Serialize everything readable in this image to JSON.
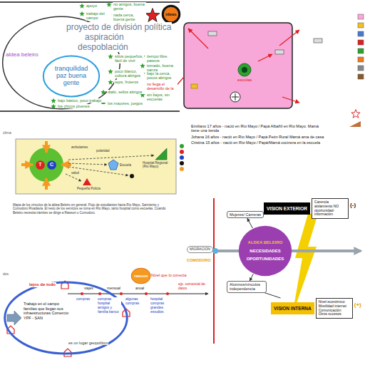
{
  "diagram": {
    "nodes": [
      {
        "text": [
          "ideas"
        ]
      },
      {
        "text": [
          "aldea beleiro"
        ]
      },
      {
        "text": [
          "tranquilidad paz buena gente"
        ],
        "in": 1
      },
      {
        "text": [
          "escolas"
        ]
      },
      {
        "text": [
          "T"
        ]
      },
      {
        "text": [
          "C"
        ]
      },
      {
        "text": [
          "rawson"
        ]
      },
      {
        "text": [
          "Trabajo en el campo familias que llegan sus infraestructuras Comercio YPF - SAN"
        ]
      },
      {
        "text": [
          "VISION EXTERIOR",
          "Carencia aislamiento NO oportunidad- información"
        ]
      },
      {
        "text": [
          "Mujeres/ Carreras"
        ]
      },
      {
        "text": [
          "MIGRACION"
        ]
      },
      {
        "text": [
          "ALDEA BELEIRO",
          "NECESIDADES",
          "OPORTUNIDADES"
        ]
      },
      {
        "text": [
          "Alumnos/vínculos independencia"
        ]
      },
      {
        "text": [
          "VISION INTERNA",
          "Nivel económico Movilidad internet Comunicación Otros sucesos"
        ]
      }
    ],
    "edges": [
      {
        "from": 11,
        "to": 9,
        "arrow": "to"
      },
      {
        "from": 11,
        "to": 12,
        "arrow": "to"
      },
      {
        "from": 9,
        "to": 8,
        "arrow": "none"
      },
      {
        "from": 12,
        "to": 13,
        "arrow": "none"
      }
    ],
    "labels": [
      "proyecto de división política",
      "aspiración",
      "despoblación",
      "apoyo",
      "no amigos, buena gente",
      "trabajo del campo",
      "nada cerca, buena gente",
      "sitios pequeños, fácil de vivir",
      "tiempo libre, paseos",
      "poco blanco, cultura abrigos",
      "tomado, buena panza",
      "bajo la cerca, pocos abrigos",
      "lejos, fruteros",
      "no llega el desarrollo de la región",
      "diafo, sellos abrigos",
      "sin bajos, sin escuelas",
      "bajo básico, poco trabajo",
      "los mayores, juegos",
      "los chicos jóvenes",
      "Emiliano 17 años - nació en Río Mayo / Papá Albañil en Río Mayo. Mamá tiene una tienda",
      "Johana 16 años - nació en Río Mayo / Papá Peón Rural Mamá ama de casa",
      "Cristina 15 años - nació en Río Mayo / Papá/Mamá cocinera en la escuela",
      "clima",
      "ambulantes",
      "polaridad",
      "Hospital Regional (Río Mayo)",
      "Escuela",
      "salud",
      "Pequeña Policía",
      "Mapa de los vínculos de la aldea Beleiro en general. Flujo de estudiantes hacia Río Mayo, Sarmiento y Comodoro Rivadavia. El resto de los servicios se toma en Río Mayo, tanto hospital como escuelas. Cuando Beleiro necesita trámites se dirige a Rawson o Comodoro.",
      "dos",
      "Nivel que lo conecta",
      "lejos de todo",
      "viajes",
      "mensual",
      "anual",
      "compras",
      "compras hospital amigos y familia banco",
      "algunas compras",
      "hospital compras grandes estudios",
      "ejp. comercial de datos",
      "es un lugar geopolítico",
      "COMODORO",
      "(-)",
      "(+)"
    ]
  }
}
